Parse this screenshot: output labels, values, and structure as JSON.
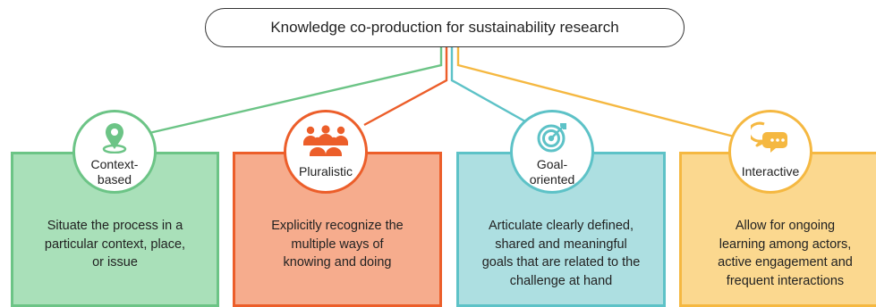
{
  "title": "Knowledge co-production for sustainability research",
  "colors": {
    "green": "#6cc486",
    "green_fill": "#a9e0b9",
    "orange": "#ec5e2a",
    "orange_fill": "#f6ac8d",
    "teal": "#5dc2c7",
    "teal_fill": "#addfe1",
    "yellow": "#f5b841",
    "yellow_fill": "#fbd88f"
  },
  "principles": [
    {
      "label_line1": "Context-",
      "label_line2": "based",
      "icon": "location-pin-icon",
      "description": [
        "Situate the process in a",
        "particular context, place,",
        "or issue"
      ]
    },
    {
      "label_line1": "Pluralistic",
      "label_line2": "",
      "icon": "people-group-icon",
      "description": [
        "Explicitly recognize the",
        "multiple ways of",
        "knowing and doing"
      ]
    },
    {
      "label_line1": "Goal-",
      "label_line2": "oriented",
      "icon": "target-icon",
      "description": [
        "Articulate clearly defined,",
        "shared and meaningful",
        "goals that are related to the",
        "challenge at hand"
      ]
    },
    {
      "label_line1": "Interactive",
      "label_line2": "",
      "icon": "chat-bubbles-icon",
      "description": [
        "Allow for ongoing",
        "learning among actors,",
        "active engagement and",
        "frequent interactions"
      ]
    }
  ]
}
